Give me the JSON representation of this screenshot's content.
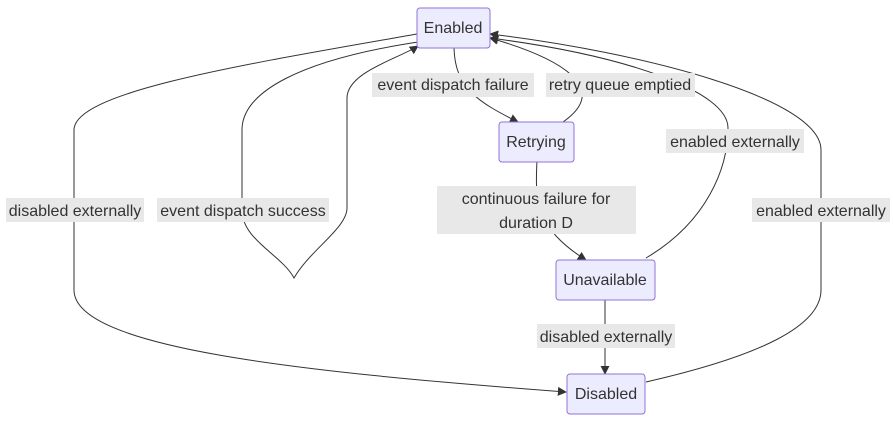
{
  "diagram": {
    "type": "state-diagram",
    "colors": {
      "node_fill": "#ECECFF",
      "node_stroke": "#9370DB",
      "edge": "#333333",
      "label_bg": "#e8e8e8",
      "text": "#333333"
    },
    "states": {
      "enabled": "Enabled",
      "retrying": "Retrying",
      "unavailable": "Unavailable",
      "disabled": "Disabled"
    },
    "transitions": {
      "event_dispatch_failure": "event dispatch failure",
      "retry_queue_emptied": "retry queue emptied",
      "enabled_externally_from_unavailable": "enabled externally",
      "continuous_failure_line1": "continuous failure for",
      "continuous_failure_line2": "duration D",
      "disabled_externally_from_unavailable": "disabled externally",
      "disabled_externally_from_enabled": "disabled externally",
      "event_dispatch_success": "event dispatch success",
      "enabled_externally_from_disabled": "enabled externally"
    }
  }
}
